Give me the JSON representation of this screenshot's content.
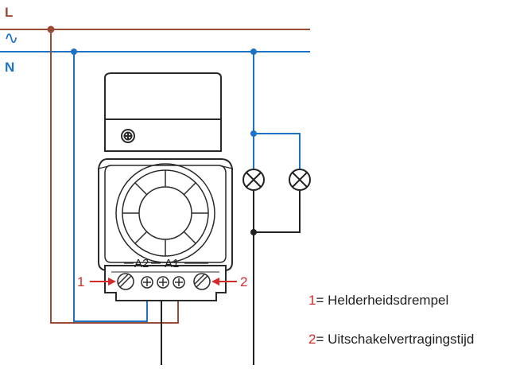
{
  "lines": {
    "l_label": "L",
    "ac_symbol": "∿",
    "n_label": "N"
  },
  "terminals": {
    "a2": "A2",
    "a1": "A1"
  },
  "callouts": {
    "left": "1",
    "right": "2"
  },
  "legend": [
    {
      "num": "1",
      "text": "= Helderheidsdrempel"
    },
    {
      "num": "2",
      "text": "= Uitschakelvertragingstijd"
    }
  ],
  "colors": {
    "live": "#9b4a36",
    "neutral": "#1c73c6",
    "callout": "#d42a2a",
    "device": "#2a2a2a"
  }
}
